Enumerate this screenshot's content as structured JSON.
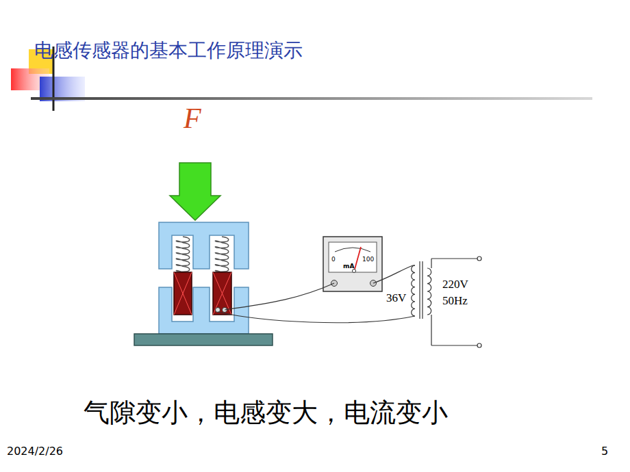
{
  "diagram": {
    "title": "电感传感器的基本工作原理演示",
    "caption": "气隙变小，电感变大，电流变小",
    "labels": [
      "F",
      "0",
      "100",
      "mA",
      "36V",
      "220V",
      "50Hz",
      "2024/2/26",
      "5"
    ]
  }
}
